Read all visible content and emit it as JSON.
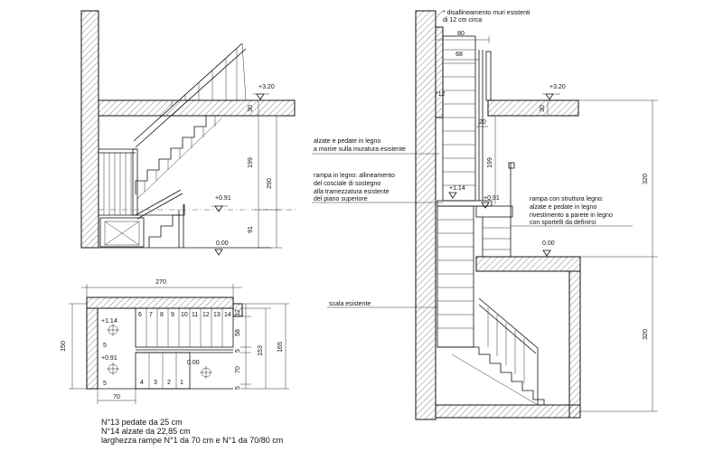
{
  "left_section": {
    "level_top": "+3.20",
    "level_mid": "+0.91",
    "level_base": "0.00",
    "dims": {
      "slab": "30",
      "upper": "199",
      "total": "290",
      "lower": "91"
    }
  },
  "plan": {
    "width_top": "270",
    "height_left": "150",
    "bottom_width": "70",
    "level_upper": "+1.14",
    "level_landing": "+0.91",
    "level_floor": "0.00",
    "left_marks": [
      "5",
      "5"
    ],
    "upper_steps": [
      "6",
      "7",
      "8",
      "9",
      "10",
      "11",
      "12",
      "13",
      "14"
    ],
    "lower_steps": [
      "4",
      "3",
      "2",
      "1"
    ],
    "right_dims_a": [
      "12",
      "58",
      "5",
      "70",
      "5"
    ],
    "right_dims_b": [
      "153",
      "165"
    ]
  },
  "right_section": {
    "note_top_1": "* disallineamento muri esistenti",
    "note_top_2": "di 12 cm circa",
    "dim_80": "80",
    "dim_68": "68",
    "dim_12": "*12",
    "dim_20": "20",
    "dim_30": "30",
    "dim_199": "199",
    "dim_320_top": "320",
    "dim_320_bottom": "320",
    "level_top": "+3.20",
    "level_mid_a": "+1.14",
    "level_mid_b": "+0.91",
    "level_base": "0.00",
    "note_a": [
      "alzate e pedate in legno",
      "a morire sulla muratura esistente"
    ],
    "note_b": [
      "rampa in legno: allineamento",
      "del cosciale di sostegno",
      "alla tramezzatura esistente",
      "del piano superiore"
    ],
    "note_c": [
      "rampa con struttura legno:",
      "alzate e pedate in legno",
      "rivestimento a parete in legno",
      "con sportelli da definirsi"
    ],
    "note_d": "scala esistente"
  },
  "notes": {
    "line1": "N°13 pedate da 25 cm",
    "line2": "N°14 alzate da 22,85 cm",
    "line3": "larghezza rampe N°1 da 70 cm e N°1 da 70/80 cm"
  }
}
